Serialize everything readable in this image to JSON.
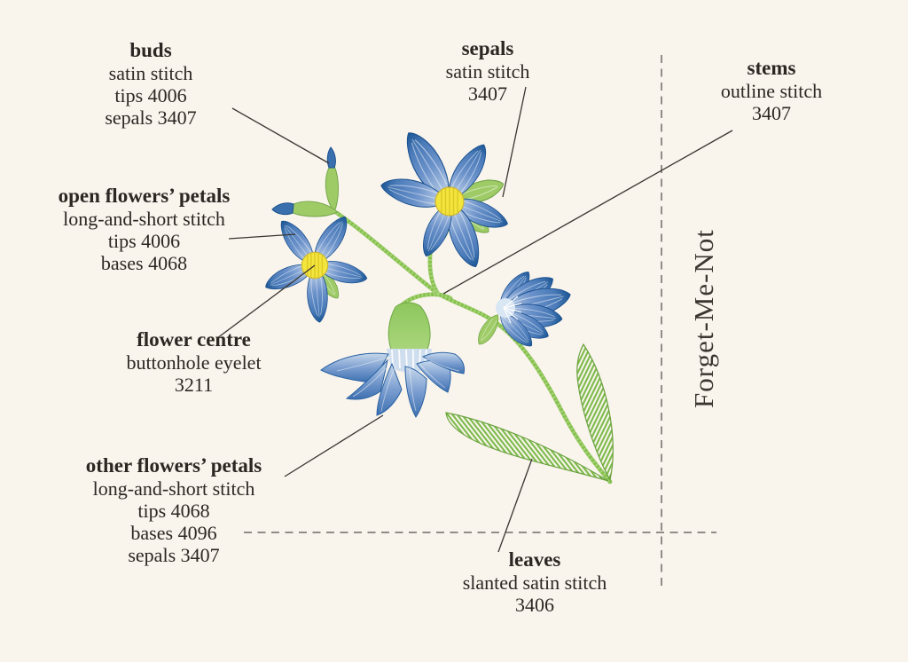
{
  "title": {
    "text": "Forget-Me-Not"
  },
  "labels": {
    "buds": {
      "title": "buds",
      "lines": [
        "satin stitch",
        "tips 4006",
        "sepals 3407"
      ]
    },
    "sepals": {
      "title": "sepals",
      "lines": [
        "satin stitch",
        "3407"
      ]
    },
    "stems": {
      "title": "stems",
      "lines": [
        "outline stitch",
        "3407"
      ]
    },
    "open_petals": {
      "title": "open flowers’ petals",
      "lines": [
        "long-and-short stitch",
        "tips 4006",
        "bases 4068"
      ]
    },
    "flower_centre": {
      "title": "flower centre",
      "lines": [
        "buttonhole eyelet",
        "3211"
      ]
    },
    "other_petals": {
      "title": "other flowers’ petals",
      "lines": [
        "long-and-short stitch",
        "tips 4068",
        "bases 4096",
        "sepals 3407"
      ]
    },
    "leaves": {
      "title": "leaves",
      "lines": [
        "slanted satin stitch",
        "3406"
      ]
    }
  },
  "palette": {
    "background": "#f9f4ec",
    "ink": "#2d2723",
    "callout_line": "#3a3530",
    "guide_dash": "#6f6b66",
    "petal_blue_dark": "#1d5795",
    "petal_blue_mid": "#5b85c0",
    "petal_blue_light": "#c3d4ea",
    "flower_centre_yellow": "#f2e53e",
    "sepal_green": "#9ecb66",
    "stem_green": "#87c24f",
    "leaf_green": "#7cb94a"
  }
}
